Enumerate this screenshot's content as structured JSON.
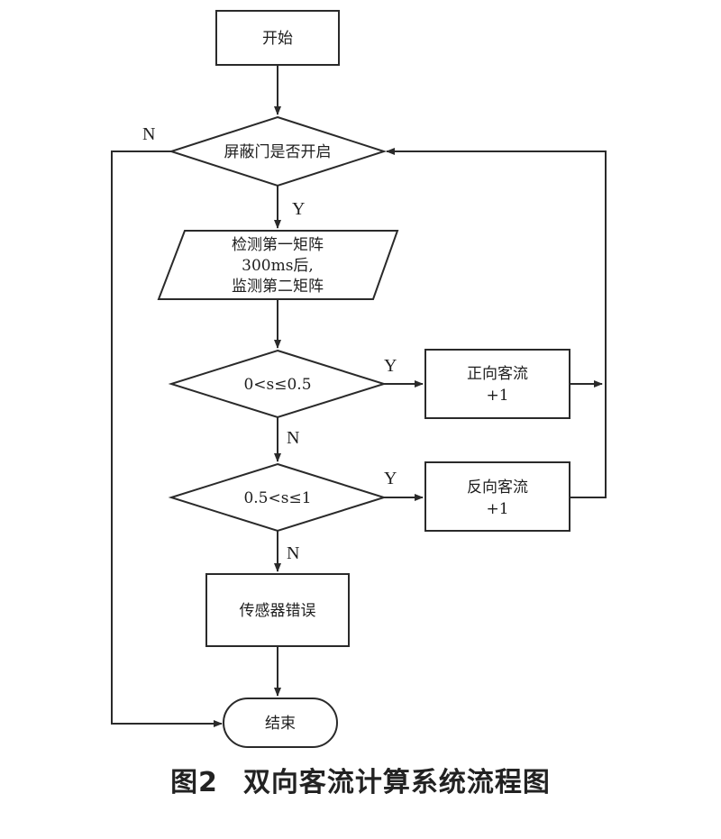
{
  "nodes": {
    "start": "开始",
    "door_check": "屏蔽门是否开启",
    "detect_lines": [
      "检测第一矩阵",
      "300ms后,",
      "监测第二矩阵"
    ],
    "cond1": "0<s≤0.5",
    "cond2": "0.5<s≤1",
    "forward": [
      "正向客流",
      "+1"
    ],
    "reverse": [
      "反向客流",
      "+1"
    ],
    "error": "传感器错误",
    "end": "结束"
  },
  "branch_labels": {
    "yes": "Y",
    "no": "N"
  },
  "caption": {
    "number": "图2",
    "title": "双向客流计算系统流程图"
  }
}
